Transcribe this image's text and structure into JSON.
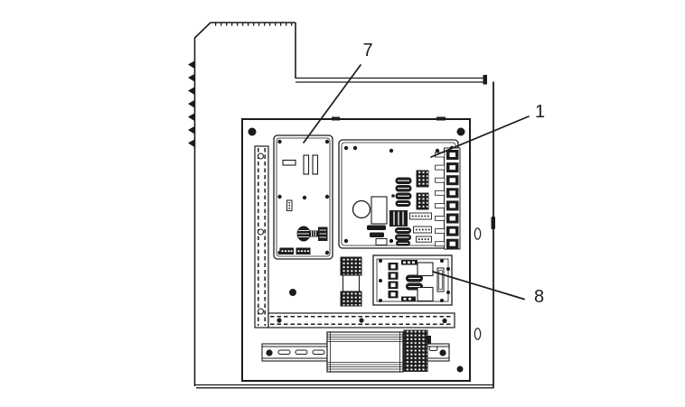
{
  "diagram": {
    "type": "technical-line-drawing",
    "subject": "electrical-enclosure-internal-component-layout",
    "background_color": "#ffffff",
    "line_color": "#1c1c1c",
    "callouts": [
      {
        "label": "7"
      },
      {
        "label": "1"
      },
      {
        "label": "8"
      }
    ]
  }
}
